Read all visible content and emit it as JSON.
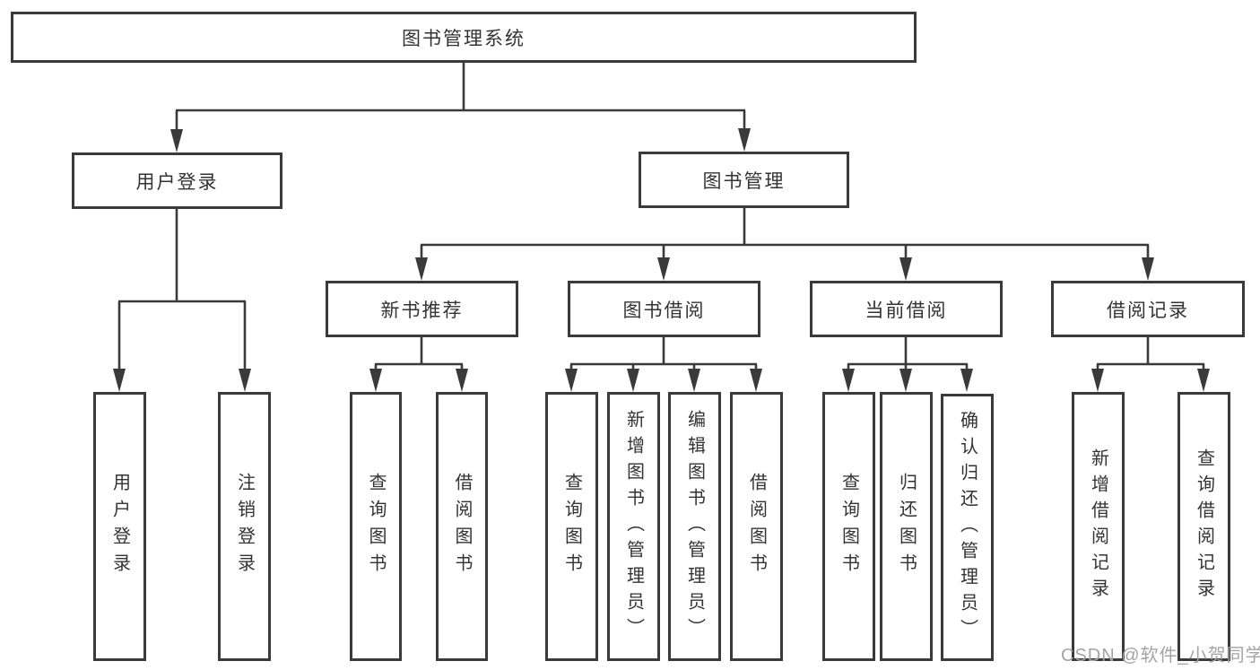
{
  "tree": {
    "root": {
      "label": "图书管理系统"
    },
    "level2": [
      {
        "label": "用户登录"
      },
      {
        "label": "图书管理"
      }
    ],
    "level3": [
      {
        "label": "新书推荐"
      },
      {
        "label": "图书借阅"
      },
      {
        "label": "当前借阅"
      },
      {
        "label": "借阅记录"
      }
    ],
    "leaves": {
      "user_login": [
        "用户登录",
        "注销登录"
      ],
      "new_book": [
        "查询图书",
        "借阅图书"
      ],
      "book_borrow": [
        "查询图书",
        "新增图书（管理员）",
        "编辑图书（管理员）",
        "借阅图书"
      ],
      "current_borrow": [
        "查询图书",
        "归还图书",
        "确认归还（管理员）"
      ],
      "borrow_record": [
        "新增借阅记录",
        "查询借阅记录"
      ]
    }
  },
  "colors": {
    "line": "#3a3a3a",
    "text": "#333333",
    "watermark": "#a3a3a8",
    "background": "#ffffff"
  },
  "watermark": {
    "text": "CSDN @软件_小贺同学"
  }
}
